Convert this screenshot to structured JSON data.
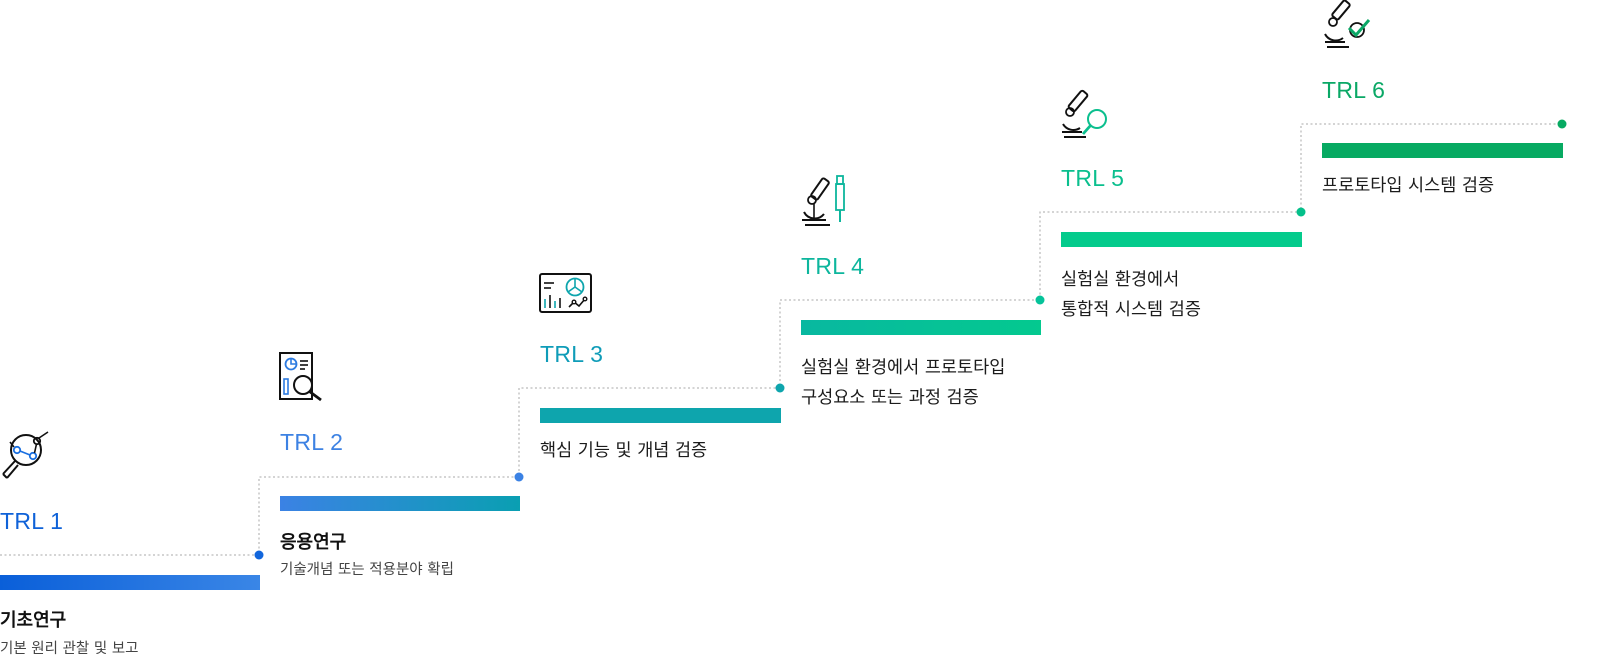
{
  "stages": [
    {
      "label": "TRL 1",
      "title": "기초연구",
      "desc": "기본 원리 관찰 및 보고",
      "icon": "magnifier-molecule-icon",
      "color": "#0f62d8"
    },
    {
      "label": "TRL 2",
      "title": "응용연구",
      "desc": "기술개념 또는 적용분야 확립",
      "icon": "document-search-icon",
      "color": "#3d82e3"
    },
    {
      "label": "TRL 3",
      "lines": [
        "핵심 기능 및 개념 검증"
      ],
      "icon": "dashboard-chart-icon",
      "color": "#0f9cb8"
    },
    {
      "label": "TRL 4",
      "lines": [
        "실험실 환경에서 프로토타입",
        "구성요소 또는 과정 검증"
      ],
      "icon": "microscope-pipette-icon",
      "color": "#0db69d"
    },
    {
      "label": "TRL 5",
      "lines": [
        "실험실 환경에서",
        "통합적 시스템 검증"
      ],
      "icon": "microscope-magnifier-icon",
      "color": "#0bbf8e"
    },
    {
      "label": "TRL 6",
      "lines": [
        "프로토타입 시스템 검증"
      ],
      "icon": "microscope-check-icon",
      "color": "#0aa866"
    }
  ],
  "colors": {
    "trl1_bar_start": "#0a5fd9",
    "trl1_bar_end": "#3a86e6",
    "trl2_bar_start": "#3b82e4",
    "trl2_bar_end": "#0a9fb2",
    "trl3_bar": "#0ea5ad",
    "trl4_bar": "#05c39a",
    "trl5_bar": "#04cb8c",
    "trl6_bar": "#07aa62",
    "connector": "#a8a8a8",
    "icon_stroke": "#111111"
  }
}
